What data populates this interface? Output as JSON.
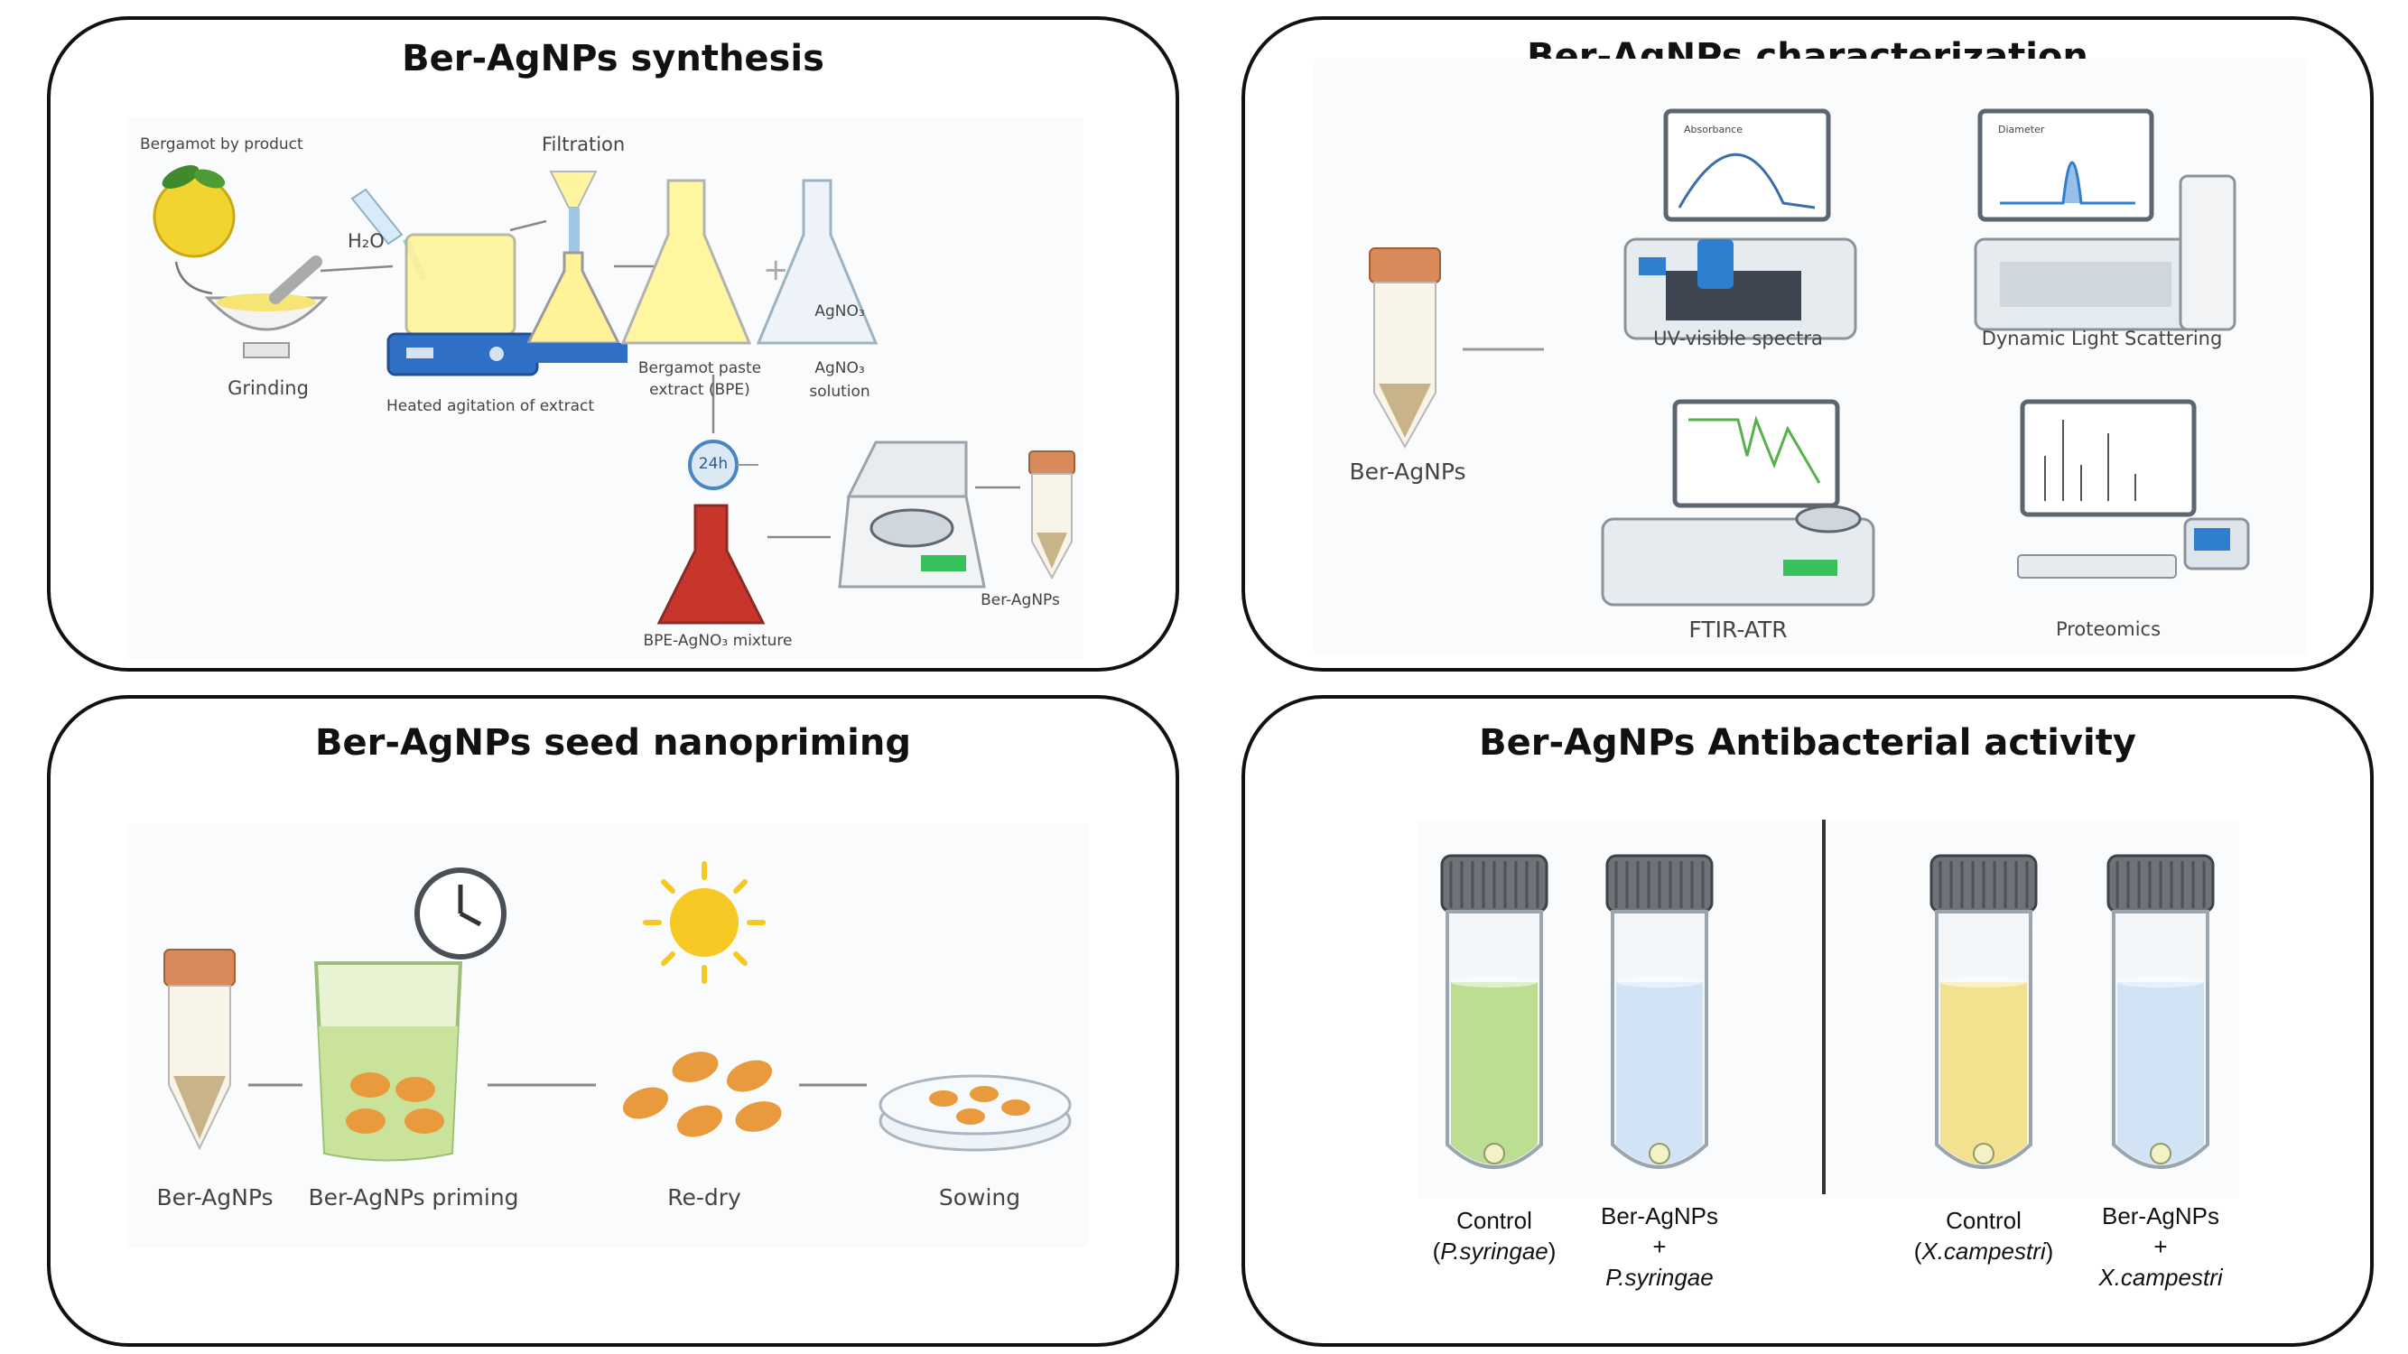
{
  "panels": {
    "synthesis": {
      "title": "Ber-AgNPs synthesis",
      "labels": {
        "bergamot": "Bergamot by product",
        "h2o": "H₂O",
        "filtration": "Filtration",
        "grinding": "Grinding",
        "heated": "Heated agitation of extract",
        "bpe_line1": "Bergamot paste",
        "bpe_line2": "extract (BPE)",
        "agno3_flask": "AgNO₃",
        "agno3_line1": "AgNO₃",
        "agno3_line2": "solution",
        "timer": "24h",
        "mixture": "BPE-AgNO₃ mixture",
        "product": "Ber-AgNPs"
      }
    },
    "characterization": {
      "title": "Ber-AgNPs characterization",
      "labels": {
        "sample": "Ber-AgNPs",
        "uv": "UV-visible spectra",
        "dls": "Dynamic Light Scattering",
        "ftir": "FTIR-ATR",
        "proteomics": "Proteomics",
        "uv_screen": "Absorbance",
        "dls_screen": "Diameter"
      }
    },
    "priming": {
      "title": "Ber-AgNPs seed nanopriming",
      "labels": {
        "np": "Ber-AgNPs",
        "priming": "Ber-AgNPs priming",
        "redry": "Re-dry",
        "sowing": "Sowing"
      }
    },
    "antibacterial": {
      "title": "Ber-AgNPs Antibacterial activity",
      "tubes": [
        {
          "line1": "Control",
          "line2_prefix": "(",
          "line2_italic": "P.syringae",
          "line2_suffix": ")",
          "color": "#b8dc8c"
        },
        {
          "line1": "Ber-AgNPs",
          "line2": "+",
          "line3_italic": "P.syringae",
          "color": "#cfe2f3"
        },
        {
          "line1": "Control",
          "line2_prefix": "(",
          "line2_italic": "X.campestri",
          "line2_suffix": ")",
          "color": "#f1e08a"
        },
        {
          "line1": "Ber-AgNPs",
          "line2": "+",
          "line3_italic": "X.campestri",
          "color": "#cfe2f3"
        }
      ]
    }
  },
  "colors": {
    "border": "#111111",
    "lemon": "#f2d431",
    "flask_yellow": "#f7ee8c",
    "flask_red": "#c8352a",
    "tube_cap": "#d98a5a",
    "seed": "#e89a3c",
    "sun": "#f7c824",
    "screen_blue": "#2f7fd0"
  }
}
